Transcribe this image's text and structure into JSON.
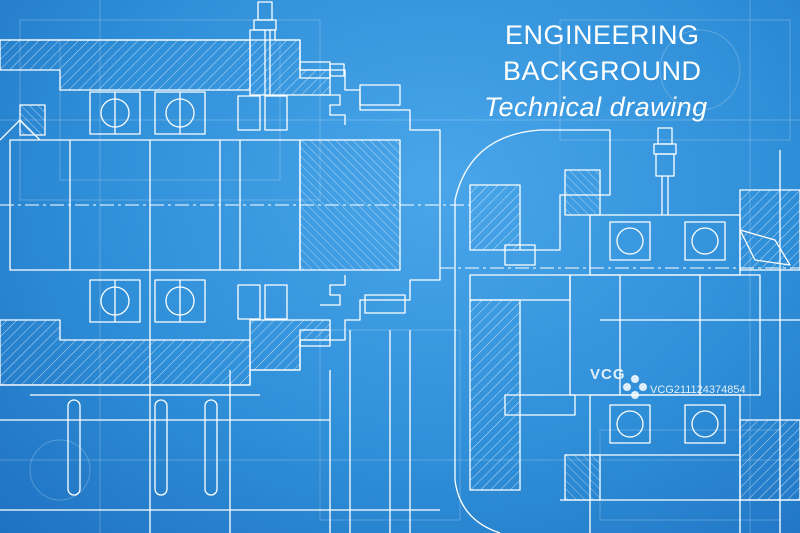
{
  "heading": {
    "line1": "ENGINEERING",
    "line2": "BACKGROUND",
    "line3": "Technical drawing"
  },
  "watermark": {
    "logo": "VCG",
    "id": "VCG211124374854",
    "mark_icon": "vcg-flower-icon"
  },
  "colors": {
    "background": "#2f8fd8",
    "background_light": "#4aa6ea",
    "background_dark": "#1f72c2",
    "line": "#ffffff"
  }
}
